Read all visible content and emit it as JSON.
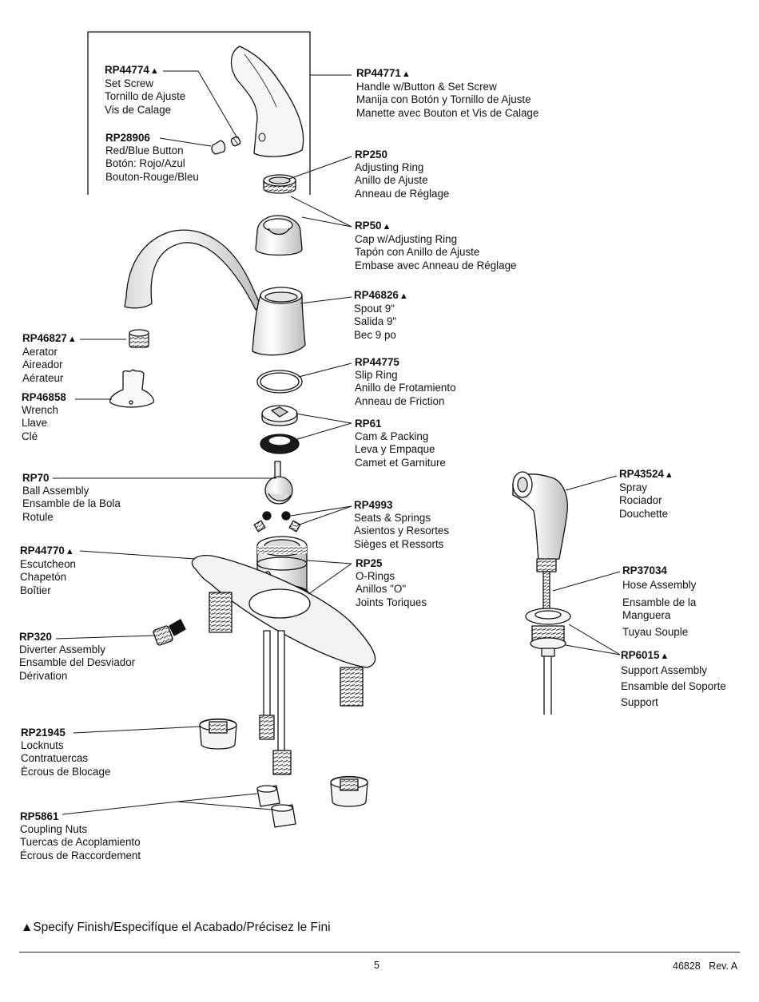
{
  "parts": [
    {
      "key": "rp44774",
      "number": "RP44774",
      "marked": true,
      "lines": [
        "Set Screw",
        "Tornillo de Ajuste",
        "Vis de Calage"
      ]
    },
    {
      "key": "rp28906",
      "number": "RP28906",
      "marked": false,
      "lines": [
        "Red/Blue Button",
        "Botón: Rojo/Azul",
        "Bouton-Rouge/Bleu"
      ]
    },
    {
      "key": "rp44771",
      "number": "RP44771",
      "marked": true,
      "lines": [
        "Handle w/Button & Set Screw",
        "Manija con Botón y Tornillo de Ajuste",
        "Manette avec Bouton et Vis de Calage"
      ]
    },
    {
      "key": "rp250",
      "number": "RP250",
      "marked": false,
      "lines": [
        "Adjusting Ring",
        "Anillo de Ajuste",
        "Anneau de Réglage"
      ]
    },
    {
      "key": "rp50",
      "number": "RP50",
      "marked": true,
      "lines": [
        "Cap w/Adjusting Ring",
        "Tapón con Anillo de Ajuste",
        "Embase avec Anneau de Réglage"
      ]
    },
    {
      "key": "rp46826",
      "number": "RP46826",
      "marked": true,
      "lines": [
        "Spout 9\"",
        "Salida 9\"",
        "Bec 9 po"
      ]
    },
    {
      "key": "rp46827",
      "number": "RP46827",
      "marked": true,
      "lines": [
        "Aerator",
        "Aireador",
        "Aérateur"
      ]
    },
    {
      "key": "rp46858",
      "number": "RP46858",
      "marked": false,
      "lines": [
        "Wrench",
        "Llave",
        "Clé"
      ]
    },
    {
      "key": "rp44775",
      "number": "RP44775",
      "marked": false,
      "lines": [
        "Slip Ring",
        "Anillo de Frotamiento",
        "Anneau de Friction"
      ]
    },
    {
      "key": "rp61",
      "number": "RP61",
      "marked": false,
      "lines": [
        "Cam & Packing",
        "Leva y Empaque",
        "Camet et Garniture"
      ]
    },
    {
      "key": "rp70",
      "number": "RP70",
      "marked": false,
      "lines": [
        "Ball Assembly",
        "Ensamble de la Bola",
        "Rotule"
      ]
    },
    {
      "key": "rp4993",
      "number": "RP4993",
      "marked": false,
      "lines": [
        "Seats & Springs",
        "Asientos y Resortes",
        "Sièges et Ressorts"
      ]
    },
    {
      "key": "rp44770",
      "number": "RP44770",
      "marked": true,
      "lines": [
        "Escutcheon",
        "Chapetón",
        "Boîtier"
      ]
    },
    {
      "key": "rp25",
      "number": "RP25",
      "marked": false,
      "lines": [
        "O-Rings",
        "Anillos \"O\"",
        "Joints Toriques"
      ]
    },
    {
      "key": "rp320",
      "number": "RP320",
      "marked": false,
      "lines": [
        "Diverter Assembly",
        "Ensamble del Desviador",
        "Dérivation"
      ]
    },
    {
      "key": "rp43524",
      "number": "RP43524",
      "marked": true,
      "lines": [
        "Spray",
        "Rociador",
        "Douchette"
      ]
    },
    {
      "key": "rp37034",
      "number": "RP37034",
      "marked": false,
      "lines": [
        "Hose Assembly",
        "Ensamble de la",
        "Manguera",
        "Tuyau Souple"
      ]
    },
    {
      "key": "rp6015",
      "number": "RP6015",
      "marked": true,
      "lines": [
        "Support Assembly",
        "Ensamble del Soporte",
        "Support"
      ]
    },
    {
      "key": "rp21945",
      "number": "RP21945",
      "marked": false,
      "lines": [
        "Locknuts",
        "Contratuercas",
        "Ècrous de Blocage"
      ]
    },
    {
      "key": "rp5861",
      "number": "RP5861",
      "marked": false,
      "lines": [
        "Coupling Nuts",
        "Tuercas de Acoplamiento",
        "Écrous de Raccordement"
      ]
    }
  ],
  "marker_symbol": "▲",
  "legend": {
    "symbol": "▲",
    "text": "Specify Finish/Especifíque el Acabado/Précisez le Fini"
  },
  "footer": {
    "page_number": "5",
    "document": "46828   Rev. A"
  },
  "colors": {
    "ink": "#111111",
    "part_fill": "#f4f4f4",
    "part_shade": "#d9d9d9",
    "dark_part": "#1a1a1a"
  }
}
